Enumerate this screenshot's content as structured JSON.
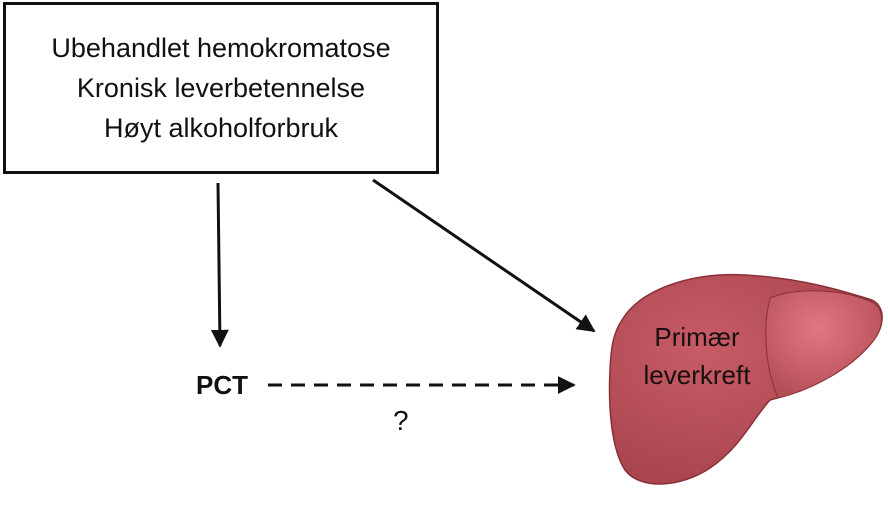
{
  "risk_factors": {
    "lines": [
      "Ubehandlet hemokromatose",
      "Kronisk leverbetennelse",
      "Høyt alkoholforbruk"
    ]
  },
  "nodes": {
    "pct": "PCT",
    "liver_label_line1": "Primær",
    "liver_label_line2": "leverkreft"
  },
  "edges": {
    "pct_to_liver_label": "?"
  },
  "colors": {
    "liver_fill": "#b24c55",
    "liver_highlight": "#d9707a",
    "liver_edge": "#8a3038",
    "line": "#111111"
  },
  "icons": {
    "liver": "liver-organ-icon"
  }
}
